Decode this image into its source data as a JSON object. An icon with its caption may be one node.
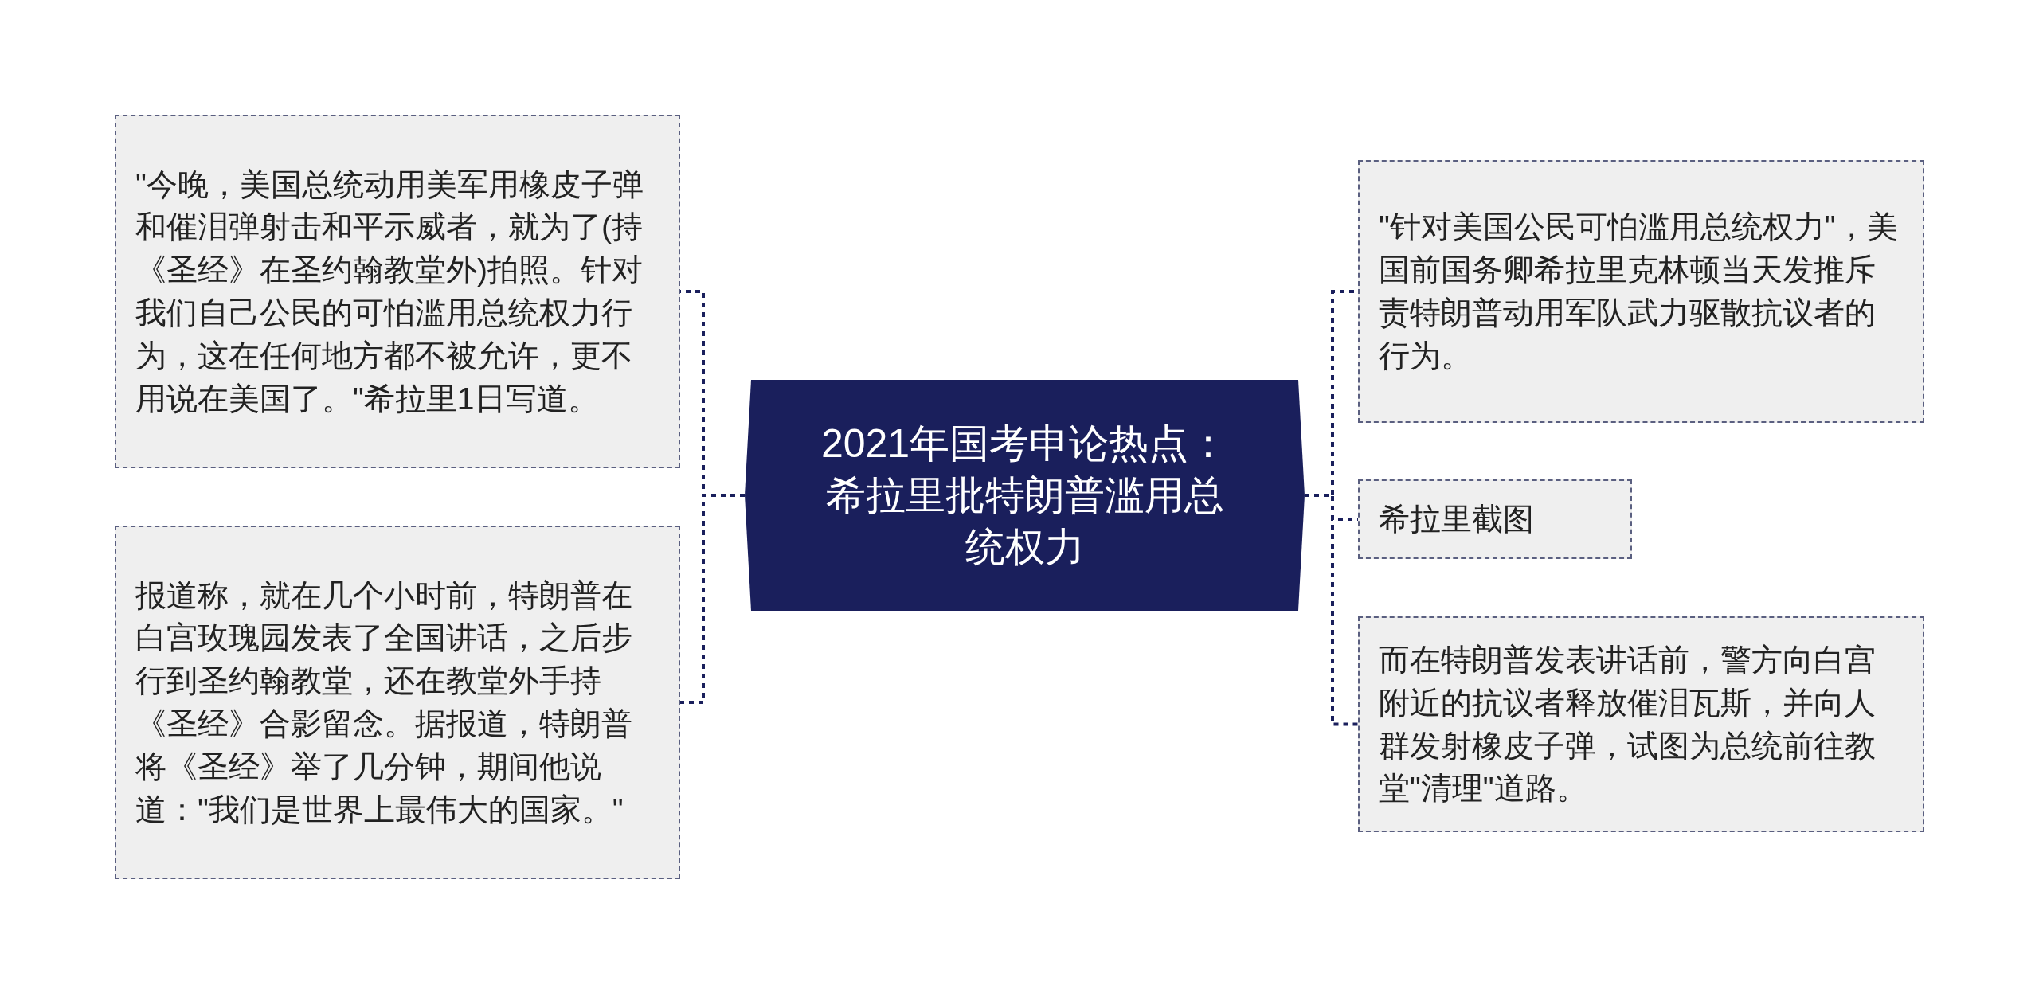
{
  "diagram": {
    "nodes": [
      {
        "text": [
          "2021年国考申论热点：希拉里批特朗普滥用总统权力"
        ]
      },
      {
        "text": [
          "\"今晚，美国总统动用美军用橡皮子弹和催泪弹射击和平示威者，就为了(持《圣经》在圣约翰教堂外)拍照。针对我们自己公民的可怕滥用总统权力行为，这在任何地方都不被允许，更不用说在美国了。\"希拉里1日写道。"
        ]
      },
      {
        "text": [
          "报道称，就在几个小时前，特朗普在白宫玫瑰园发表了全国讲话，之后步行到圣约翰教堂，还在教堂外手持《圣经》合影留念。据报道，特朗普将《圣经》举了几分钟，期间他说道：\"我们是世界上最伟大的国家。\""
        ]
      },
      {
        "text": [
          "\"针对美国公民可怕滥用总统权力\"，美国前国务卿希拉里克林顿当天发推斥责特朗普动用军队武力驱散抗议者的行为。"
        ]
      },
      {
        "text": [
          "希拉里截图"
        ]
      },
      {
        "text": [
          "而在特朗普发表讲话前，警方向白宫附近的抗议者释放催泪瓦斯，并向人群发射橡皮子弹，试图为总统前往教堂\"清理\"道路。"
        ]
      }
    ],
    "edges": [
      {
        "from": 0,
        "to": 1,
        "arrow": "none",
        "style": "dashed"
      },
      {
        "from": 0,
        "to": 2,
        "arrow": "none",
        "style": "dashed"
      },
      {
        "from": 0,
        "to": 3,
        "arrow": "none",
        "style": "dashed"
      },
      {
        "from": 0,
        "to": 4,
        "arrow": "none",
        "style": "dashed"
      },
      {
        "from": 0,
        "to": 5,
        "arrow": "none",
        "style": "dashed"
      }
    ]
  }
}
